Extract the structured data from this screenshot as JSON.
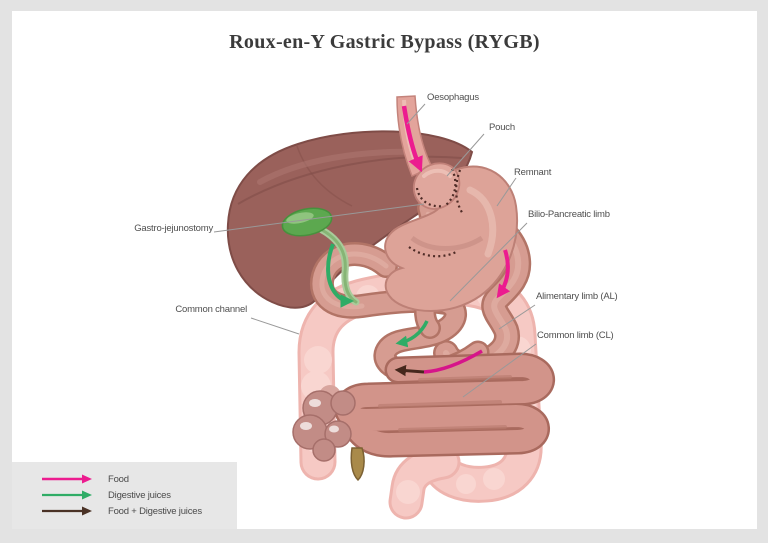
{
  "title": "Roux-en-Y Gastric Bypass (RYGB)",
  "labels": {
    "oesophagus": "Oesophagus",
    "pouch": "Pouch",
    "remnant": "Remnant",
    "bilio_pancreatic_limb": "Bilio-Pancreatic limb",
    "alimentary_limb": "Alimentary limb (AL)",
    "common_limb": "Common limb (CL)",
    "gastro_jejunostomy": "Gastro-jejunostomy",
    "common_channel": "Common channel"
  },
  "legend": {
    "items": [
      {
        "label": "Food",
        "color": "#ec1c8f"
      },
      {
        "label": "Digestive juices",
        "color": "#2fac66"
      },
      {
        "label": "Food + Digestive juices",
        "color": "#4a3226"
      }
    ]
  },
  "colors": {
    "background": "#e3e3e3",
    "panel": "#ffffff",
    "legend_background": "#e7e7e7",
    "liver": "#9a615b",
    "stomach": "#dda398",
    "small_intestine": "#d2948a",
    "large_intestine": "#f6c9c4",
    "gallbladder": "#5ca84f",
    "food_arrow": "#ec1c8f",
    "digestive_juice_arrow": "#2fac66",
    "combined_arrow": "#4a3226"
  }
}
